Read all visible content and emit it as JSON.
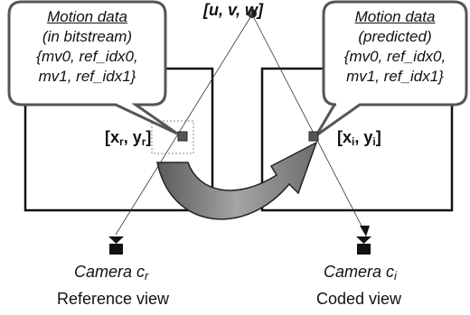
{
  "point_label": "[u, v, w]",
  "left_bubble": {
    "title": "Motion data",
    "line2": "(in bitstream)",
    "line3": "{mv0, ref_idx0,",
    "line4": "mv1, ref_idx1}"
  },
  "right_bubble": {
    "title": "Motion data",
    "line2": "(predicted)",
    "line3": "{mv0, ref_idx0,",
    "line4": "mv1, ref_idx1}"
  },
  "left_coord": {
    "x": "x",
    "xsub": "r",
    "y": "y",
    "ysub": "r"
  },
  "right_coord": {
    "x": "x",
    "xsub": "i",
    "y": "y",
    "ysub": "i"
  },
  "left_camera": {
    "label": "Camera c",
    "sub": "r"
  },
  "right_camera": {
    "label": "Camera c",
    "sub": "i"
  },
  "left_view": "Reference view",
  "right_view": "Coded view"
}
